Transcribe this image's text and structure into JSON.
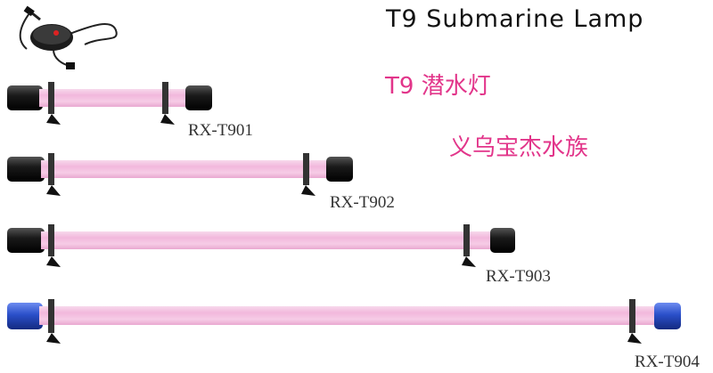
{
  "title": "T9 Submarine Lamp",
  "chinese_name": "T9 潜水灯",
  "brand": "义乌宝杰水族",
  "models": [
    {
      "label": "RX-T901",
      "end_cap": "black"
    },
    {
      "label": "RX-T902",
      "end_cap": "black"
    },
    {
      "label": "RX-T903",
      "end_cap": "black"
    },
    {
      "label": "RX-T904",
      "end_cap": "blue"
    }
  ],
  "colors": {
    "tube": "#f4c2e1",
    "cap_black": "#1a1a1a",
    "cap_blue": "#2a4fc9",
    "accent": "#e2358a"
  },
  "icons": [
    "power-switch-icon"
  ]
}
